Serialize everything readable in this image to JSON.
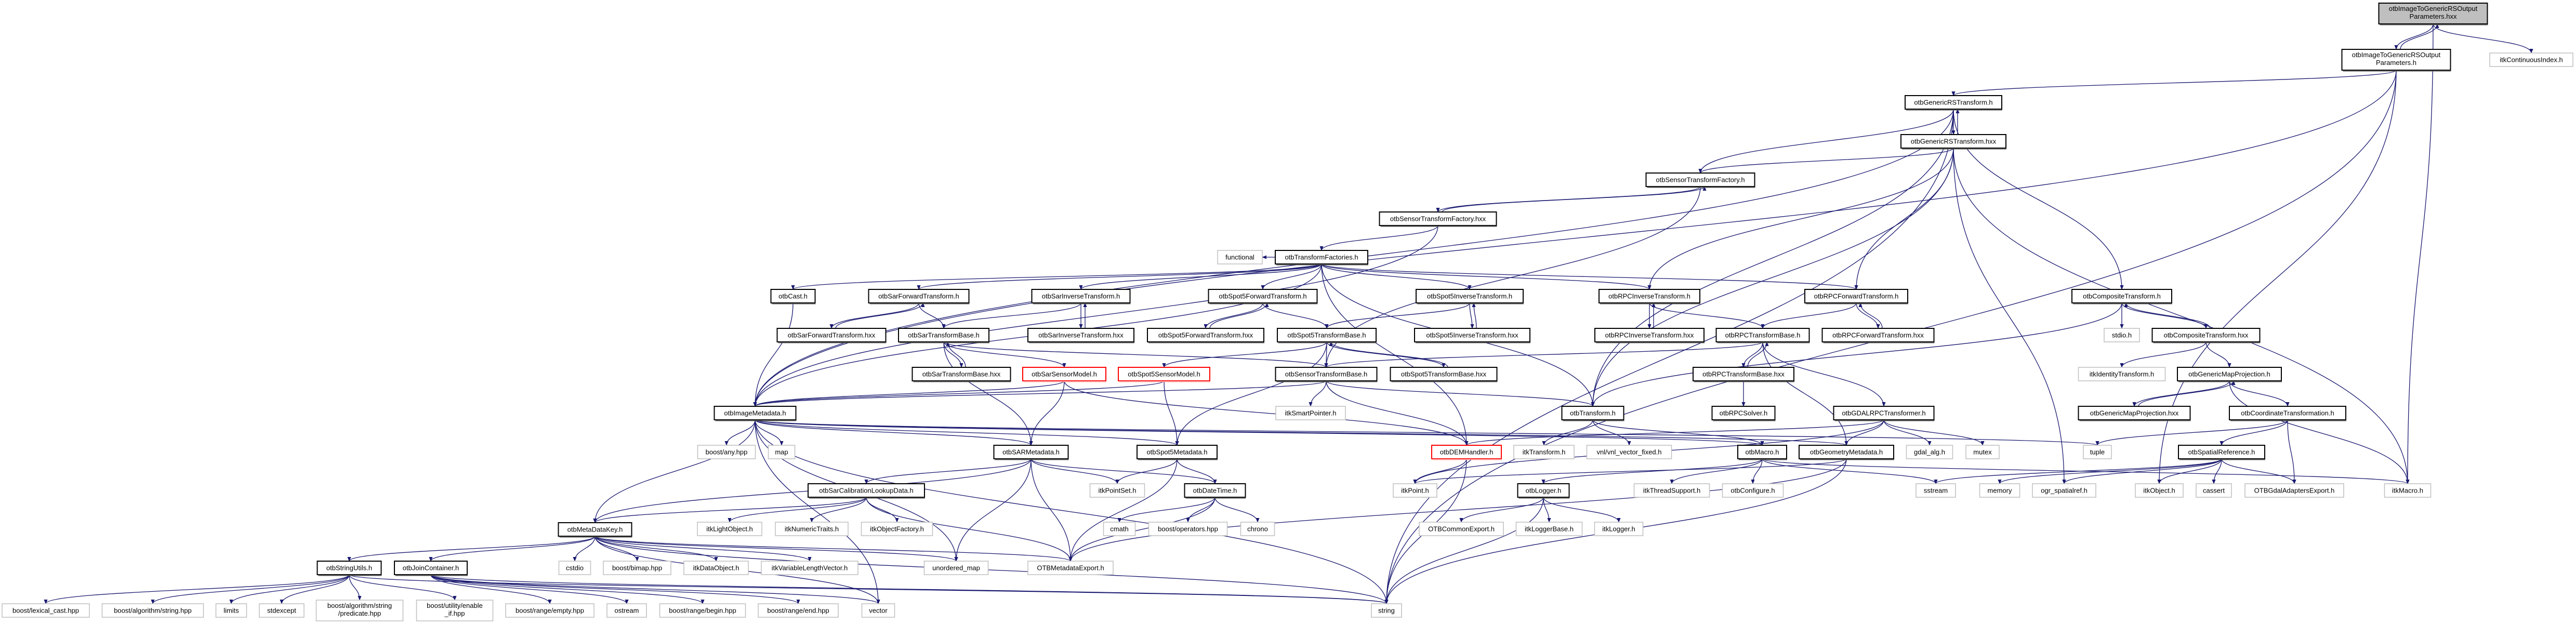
{
  "graph": {
    "title": "Include dependency graph for otbImageToGenericRSOutputParameters.hxx",
    "colors": {
      "edge": "#191970",
      "root_fill": "#bfbfbf",
      "documented_border": "#000000",
      "external_border": "#bfbfbf",
      "missing_border": "#ff0000"
    },
    "nodes": [
      {
        "id": 0,
        "lines": [
          "otbImageToGenericRSOutput",
          "Parameters.hxx"
        ],
        "kind": "root"
      },
      {
        "id": 1,
        "lines": [
          "otbImageToGenericRSOutput",
          "Parameters.h"
        ],
        "kind": "doc"
      },
      {
        "id": 2,
        "lines": [
          "itkContinuousIndex.h"
        ],
        "kind": "ext"
      },
      {
        "id": 3,
        "lines": [
          "otbGenericRSTransform.h"
        ],
        "kind": "doc"
      },
      {
        "id": 4,
        "lines": [
          "otbGenericRSTransform.hxx"
        ],
        "kind": "doc"
      },
      {
        "id": 5,
        "lines": [
          "otbSensorTransformFactory.h"
        ],
        "kind": "doc"
      },
      {
        "id": 6,
        "lines": [
          "otbSensorTransformFactory.hxx"
        ],
        "kind": "doc"
      },
      {
        "id": 7,
        "lines": [
          "functional"
        ],
        "kind": "ext"
      },
      {
        "id": 8,
        "lines": [
          "otbTransformFactories.h"
        ],
        "kind": "doc"
      },
      {
        "id": 9,
        "lines": [
          "otbCast.h"
        ],
        "kind": "doc"
      },
      {
        "id": 10,
        "lines": [
          "otbSarForwardTransform.h"
        ],
        "kind": "doc"
      },
      {
        "id": 11,
        "lines": [
          "otbSarInverseTransform.h"
        ],
        "kind": "doc"
      },
      {
        "id": 12,
        "lines": [
          "otbSpot5ForwardTransform.h"
        ],
        "kind": "doc"
      },
      {
        "id": 13,
        "lines": [
          "otbSpot5InverseTransform.h"
        ],
        "kind": "doc"
      },
      {
        "id": 14,
        "lines": [
          "otbRPCInverseTransform.h"
        ],
        "kind": "doc"
      },
      {
        "id": 15,
        "lines": [
          "otbRPCForwardTransform.h"
        ],
        "kind": "doc"
      },
      {
        "id": 16,
        "lines": [
          "otbCompositeTransform.h"
        ],
        "kind": "doc"
      },
      {
        "id": 17,
        "lines": [
          "otbSarForwardTransform.hxx"
        ],
        "kind": "doc"
      },
      {
        "id": 18,
        "lines": [
          "otbSarTransformBase.h"
        ],
        "kind": "doc"
      },
      {
        "id": 19,
        "lines": [
          "otbSarInverseTransform.hxx"
        ],
        "kind": "doc"
      },
      {
        "id": 20,
        "lines": [
          "otbSpot5ForwardTransform.hxx"
        ],
        "kind": "doc"
      },
      {
        "id": 21,
        "lines": [
          "otbSpot5TransformBase.h"
        ],
        "kind": "doc"
      },
      {
        "id": 22,
        "lines": [
          "otbSpot5InverseTransform.hxx"
        ],
        "kind": "doc"
      },
      {
        "id": 23,
        "lines": [
          "otbRPCInverseTransform.hxx"
        ],
        "kind": "doc"
      },
      {
        "id": 24,
        "lines": [
          "otbRPCTransformBase.h"
        ],
        "kind": "doc"
      },
      {
        "id": 25,
        "lines": [
          "otbRPCForwardTransform.hxx"
        ],
        "kind": "doc"
      },
      {
        "id": 26,
        "lines": [
          "stdio.h"
        ],
        "kind": "ext"
      },
      {
        "id": 27,
        "lines": [
          "otbCompositeTransform.hxx"
        ],
        "kind": "doc"
      },
      {
        "id": 28,
        "lines": [
          "otbSarTransformBase.hxx"
        ],
        "kind": "doc"
      },
      {
        "id": 29,
        "lines": [
          "otbSarSensorModel.h"
        ],
        "kind": "red"
      },
      {
        "id": 30,
        "lines": [
          "otbSpot5SensorModel.h"
        ],
        "kind": "red"
      },
      {
        "id": 31,
        "lines": [
          "otbSensorTransformBase.h"
        ],
        "kind": "doc"
      },
      {
        "id": 32,
        "lines": [
          "otbSpot5TransformBase.hxx"
        ],
        "kind": "doc"
      },
      {
        "id": 33,
        "lines": [
          "otbRPCTransformBase.hxx"
        ],
        "kind": "doc"
      },
      {
        "id": 34,
        "lines": [
          "itkIdentityTransform.h"
        ],
        "kind": "ext"
      },
      {
        "id": 35,
        "lines": [
          "otbGenericMapProjection.h"
        ],
        "kind": "doc"
      },
      {
        "id": 36,
        "lines": [
          "otbImageMetadata.h"
        ],
        "kind": "doc"
      },
      {
        "id": 37,
        "lines": [
          "itkSmartPointer.h"
        ],
        "kind": "ext"
      },
      {
        "id": 38,
        "lines": [
          "otbTransform.h"
        ],
        "kind": "doc"
      },
      {
        "id": 39,
        "lines": [
          "otbRPCSolver.h"
        ],
        "kind": "doc"
      },
      {
        "id": 40,
        "lines": [
          "otbGDALRPCTransformer.h"
        ],
        "kind": "doc"
      },
      {
        "id": 41,
        "lines": [
          "otbGenericMapProjection.hxx"
        ],
        "kind": "doc"
      },
      {
        "id": 42,
        "lines": [
          "otbCoordinateTransformation.h"
        ],
        "kind": "doc"
      },
      {
        "id": 43,
        "lines": [
          "boost/any.hpp"
        ],
        "kind": "ext"
      },
      {
        "id": 44,
        "lines": [
          "map"
        ],
        "kind": "ext"
      },
      {
        "id": 45,
        "lines": [
          "otbSARMetadata.h"
        ],
        "kind": "doc"
      },
      {
        "id": 46,
        "lines": [
          "otbSpot5Metadata.h"
        ],
        "kind": "doc"
      },
      {
        "id": 47,
        "lines": [
          "otbDEMHandler.h"
        ],
        "kind": "red"
      },
      {
        "id": 48,
        "lines": [
          "itkTransform.h"
        ],
        "kind": "ext"
      },
      {
        "id": 49,
        "lines": [
          "vnl/vnl_vector_fixed.h"
        ],
        "kind": "ext"
      },
      {
        "id": 50,
        "lines": [
          "otbMacro.h"
        ],
        "kind": "doc"
      },
      {
        "id": 51,
        "lines": [
          "otbGeometryMetadata.h"
        ],
        "kind": "doc"
      },
      {
        "id": 52,
        "lines": [
          "gdal_alg.h"
        ],
        "kind": "ext"
      },
      {
        "id": 53,
        "lines": [
          "mutex"
        ],
        "kind": "ext"
      },
      {
        "id": 54,
        "lines": [
          "tuple"
        ],
        "kind": "ext"
      },
      {
        "id": 55,
        "lines": [
          "otbSpatialReference.h"
        ],
        "kind": "doc"
      },
      {
        "id": 56,
        "lines": [
          "otbSarCalibrationLookupData.h"
        ],
        "kind": "doc"
      },
      {
        "id": 57,
        "lines": [
          "itkPointSet.h"
        ],
        "kind": "ext"
      },
      {
        "id": 58,
        "lines": [
          "otbDateTime.h"
        ],
        "kind": "doc"
      },
      {
        "id": 59,
        "lines": [
          "itkPoint.h"
        ],
        "kind": "ext"
      },
      {
        "id": 60,
        "lines": [
          "otbLogger.h"
        ],
        "kind": "doc"
      },
      {
        "id": 61,
        "lines": [
          "itkThreadSupport.h"
        ],
        "kind": "ext"
      },
      {
        "id": 62,
        "lines": [
          "otbConfigure.h"
        ],
        "kind": "ext"
      },
      {
        "id": 63,
        "lines": [
          "sstream"
        ],
        "kind": "ext"
      },
      {
        "id": 64,
        "lines": [
          "memory"
        ],
        "kind": "ext"
      },
      {
        "id": 65,
        "lines": [
          "ogr_spatialref.h"
        ],
        "kind": "ext"
      },
      {
        "id": 66,
        "lines": [
          "itkObject.h"
        ],
        "kind": "ext"
      },
      {
        "id": 67,
        "lines": [
          "cassert"
        ],
        "kind": "ext"
      },
      {
        "id": 68,
        "lines": [
          "OTBGdalAdaptersExport.h"
        ],
        "kind": "ext"
      },
      {
        "id": 69,
        "lines": [
          "itkMacro.h"
        ],
        "kind": "ext"
      },
      {
        "id": 70,
        "lines": [
          "otbMetaDataKey.h"
        ],
        "kind": "doc"
      },
      {
        "id": 71,
        "lines": [
          "itkLightObject.h"
        ],
        "kind": "ext"
      },
      {
        "id": 72,
        "lines": [
          "itkNumericTraits.h"
        ],
        "kind": "ext"
      },
      {
        "id": 73,
        "lines": [
          "itkObjectFactory.h"
        ],
        "kind": "ext"
      },
      {
        "id": 74,
        "lines": [
          "cmath"
        ],
        "kind": "ext"
      },
      {
        "id": 75,
        "lines": [
          "boost/operators.hpp"
        ],
        "kind": "ext"
      },
      {
        "id": 76,
        "lines": [
          "chrono"
        ],
        "kind": "ext"
      },
      {
        "id": 77,
        "lines": [
          "OTBCommonExport.h"
        ],
        "kind": "ext"
      },
      {
        "id": 78,
        "lines": [
          "itkLoggerBase.h"
        ],
        "kind": "ext"
      },
      {
        "id": 79,
        "lines": [
          "itkLogger.h"
        ],
        "kind": "ext"
      },
      {
        "id": 80,
        "lines": [
          "otbStringUtils.h"
        ],
        "kind": "doc"
      },
      {
        "id": 81,
        "lines": [
          "otbJoinContainer.h"
        ],
        "kind": "doc"
      },
      {
        "id": 82,
        "lines": [
          "cstdio"
        ],
        "kind": "ext"
      },
      {
        "id": 83,
        "lines": [
          "boost/bimap.hpp"
        ],
        "kind": "ext"
      },
      {
        "id": 84,
        "lines": [
          "itkDataObject.h"
        ],
        "kind": "ext"
      },
      {
        "id": 85,
        "lines": [
          "itkVariableLengthVector.h"
        ],
        "kind": "ext"
      },
      {
        "id": 86,
        "lines": [
          "unordered_map"
        ],
        "kind": "ext"
      },
      {
        "id": 87,
        "lines": [
          "OTBMetadataExport.h"
        ],
        "kind": "ext"
      },
      {
        "id": 88,
        "lines": [
          "boost/lexical_cast.hpp"
        ],
        "kind": "ext"
      },
      {
        "id": 89,
        "lines": [
          "boost/algorithm/string.hpp"
        ],
        "kind": "ext"
      },
      {
        "id": 90,
        "lines": [
          "limits"
        ],
        "kind": "ext"
      },
      {
        "id": 91,
        "lines": [
          "stdexcept"
        ],
        "kind": "ext"
      },
      {
        "id": 92,
        "lines": [
          "boost/algorithm/string",
          "/predicate.hpp"
        ],
        "kind": "ext"
      },
      {
        "id": 93,
        "lines": [
          "boost/utility/enable",
          "_if.hpp"
        ],
        "kind": "ext"
      },
      {
        "id": 94,
        "lines": [
          "boost/range/empty.hpp"
        ],
        "kind": "ext"
      },
      {
        "id": 95,
        "lines": [
          "ostream"
        ],
        "kind": "ext"
      },
      {
        "id": 96,
        "lines": [
          "boost/range/begin.hpp"
        ],
        "kind": "ext"
      },
      {
        "id": 97,
        "lines": [
          "boost/range/end.hpp"
        ],
        "kind": "ext"
      },
      {
        "id": 98,
        "lines": [
          "vector"
        ],
        "kind": "ext"
      },
      {
        "id": 99,
        "lines": [
          "string"
        ],
        "kind": "ext"
      }
    ],
    "edges": [
      [
        0,
        1
      ],
      [
        1,
        0
      ],
      [
        0,
        2
      ],
      [
        0,
        69
      ],
      [
        1,
        3
      ],
      [
        1,
        36
      ],
      [
        1,
        99
      ],
      [
        1,
        66
      ],
      [
        3,
        4
      ],
      [
        4,
        3
      ],
      [
        3,
        5
      ],
      [
        3,
        16
      ],
      [
        3,
        36
      ],
      [
        3,
        38
      ],
      [
        3,
        99
      ],
      [
        4,
        5
      ],
      [
        4,
        14
      ],
      [
        4,
        15
      ],
      [
        4,
        38
      ],
      [
        4,
        65
      ],
      [
        4,
        69
      ],
      [
        5,
        6
      ],
      [
        6,
        5
      ],
      [
        6,
        8
      ],
      [
        6,
        36
      ],
      [
        5,
        31
      ],
      [
        8,
        7
      ],
      [
        8,
        9
      ],
      [
        8,
        10
      ],
      [
        8,
        11
      ],
      [
        8,
        12
      ],
      [
        8,
        13
      ],
      [
        8,
        14
      ],
      [
        8,
        15
      ],
      [
        8,
        36
      ],
      [
        8,
        38
      ],
      [
        8,
        47
      ],
      [
        9,
        36
      ],
      [
        10,
        17
      ],
      [
        17,
        10
      ],
      [
        10,
        18
      ],
      [
        11,
        19
      ],
      [
        19,
        11
      ],
      [
        11,
        18
      ],
      [
        12,
        20
      ],
      [
        20,
        12
      ],
      [
        12,
        21
      ],
      [
        13,
        22
      ],
      [
        22,
        13
      ],
      [
        13,
        21
      ],
      [
        14,
        23
      ],
      [
        23,
        14
      ],
      [
        14,
        24
      ],
      [
        15,
        25
      ],
      [
        25,
        15
      ],
      [
        15,
        24
      ],
      [
        18,
        28
      ],
      [
        28,
        18
      ],
      [
        18,
        29
      ],
      [
        18,
        31
      ],
      [
        18,
        45
      ],
      [
        21,
        32
      ],
      [
        32,
        21
      ],
      [
        21,
        31
      ],
      [
        21,
        30
      ],
      [
        21,
        46
      ],
      [
        24,
        33
      ],
      [
        33,
        24
      ],
      [
        24,
        31
      ],
      [
        24,
        40
      ],
      [
        24,
        51
      ],
      [
        33,
        39
      ],
      [
        29,
        36
      ],
      [
        29,
        45
      ],
      [
        29,
        47
      ],
      [
        30,
        36
      ],
      [
        30,
        46
      ],
      [
        31,
        36
      ],
      [
        31,
        37
      ],
      [
        31,
        38
      ],
      [
        31,
        47
      ],
      [
        16,
        26
      ],
      [
        16,
        27
      ],
      [
        27,
        16
      ],
      [
        16,
        38
      ],
      [
        27,
        34
      ],
      [
        27,
        35
      ],
      [
        35,
        41
      ],
      [
        41,
        35
      ],
      [
        35,
        42
      ],
      [
        35,
        69
      ],
      [
        42,
        55
      ],
      [
        42,
        68
      ],
      [
        42,
        54
      ],
      [
        38,
        48
      ],
      [
        38,
        49
      ],
      [
        38,
        50
      ],
      [
        40,
        47
      ],
      [
        40,
        51
      ],
      [
        40,
        52
      ],
      [
        40,
        53
      ],
      [
        40,
        59
      ],
      [
        36,
        43
      ],
      [
        36,
        44
      ],
      [
        36,
        45
      ],
      [
        36,
        46
      ],
      [
        36,
        50
      ],
      [
        36,
        51
      ],
      [
        36,
        70
      ],
      [
        36,
        54
      ],
      [
        36,
        99
      ],
      [
        36,
        98
      ],
      [
        36,
        86
      ],
      [
        45,
        56
      ],
      [
        45,
        57
      ],
      [
        45,
        58
      ],
      [
        45,
        87
      ],
      [
        45,
        70
      ],
      [
        45,
        86
      ],
      [
        46,
        57
      ],
      [
        46,
        58
      ],
      [
        46,
        87
      ],
      [
        56,
        71
      ],
      [
        56,
        72
      ],
      [
        56,
        73
      ],
      [
        56,
        87
      ],
      [
        56,
        70
      ],
      [
        58,
        74
      ],
      [
        58,
        75
      ],
      [
        58,
        76
      ],
      [
        58,
        87
      ],
      [
        47,
        59
      ],
      [
        47,
        99
      ],
      [
        50,
        60
      ],
      [
        50,
        61
      ],
      [
        50,
        62
      ],
      [
        50,
        63
      ],
      [
        50,
        69
      ],
      [
        60,
        77
      ],
      [
        60,
        78
      ],
      [
        60,
        79
      ],
      [
        60,
        99
      ],
      [
        51,
        59
      ],
      [
        51,
        87
      ],
      [
        51,
        99
      ],
      [
        55,
        63
      ],
      [
        55,
        64
      ],
      [
        55,
        65
      ],
      [
        55,
        66
      ],
      [
        55,
        67
      ],
      [
        55,
        68
      ],
      [
        70,
        80
      ],
      [
        70,
        81
      ],
      [
        70,
        82
      ],
      [
        70,
        83
      ],
      [
        70,
        84
      ],
      [
        70,
        85
      ],
      [
        70,
        86
      ],
      [
        70,
        87
      ],
      [
        70,
        99
      ],
      [
        70,
        98
      ],
      [
        80,
        88
      ],
      [
        80,
        89
      ],
      [
        80,
        90
      ],
      [
        80,
        91
      ],
      [
        80,
        92
      ],
      [
        80,
        93
      ],
      [
        80,
        99
      ],
      [
        81,
        94
      ],
      [
        81,
        95
      ],
      [
        81,
        96
      ],
      [
        81,
        97
      ],
      [
        81,
        98
      ],
      [
        81,
        99
      ]
    ]
  }
}
